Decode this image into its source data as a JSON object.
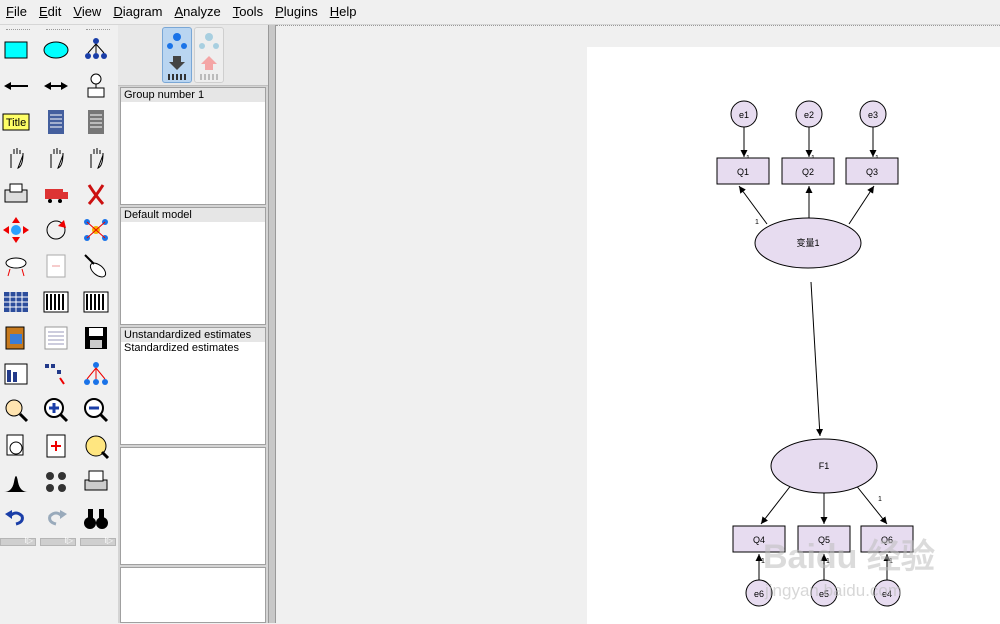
{
  "menu": [
    "File",
    "Edit",
    "View",
    "Diagram",
    "Analyze",
    "Tools",
    "Plugins",
    "Help"
  ],
  "panels": {
    "group": "Group number 1",
    "model": "Default model",
    "estimates": [
      "Unstandardized estimates",
      "Standardized estimates"
    ]
  },
  "toolbox": {
    "title_tool": "Title",
    "scroll_glyph": "I▷"
  },
  "diagram": {
    "errors_top": [
      "e1",
      "e2",
      "e3"
    ],
    "items_top": [
      "Q1",
      "Q2",
      "Q3"
    ],
    "latent_top": "变量1",
    "latent_bottom": "F1",
    "items_bottom": [
      "Q4",
      "Q5",
      "Q6"
    ],
    "errors_bottom": [
      "e6",
      "e5",
      "e4"
    ],
    "path_label": "1"
  },
  "watermark": {
    "line1": "Baidu 经验",
    "line2": "jingyan.baidu.com"
  },
  "colors": {
    "node_fill": "#e7dcf0",
    "selected_button": "#b9d5f1",
    "title_tool_fill": "#ffff66",
    "rect_tool_fill": "#00ffff"
  }
}
